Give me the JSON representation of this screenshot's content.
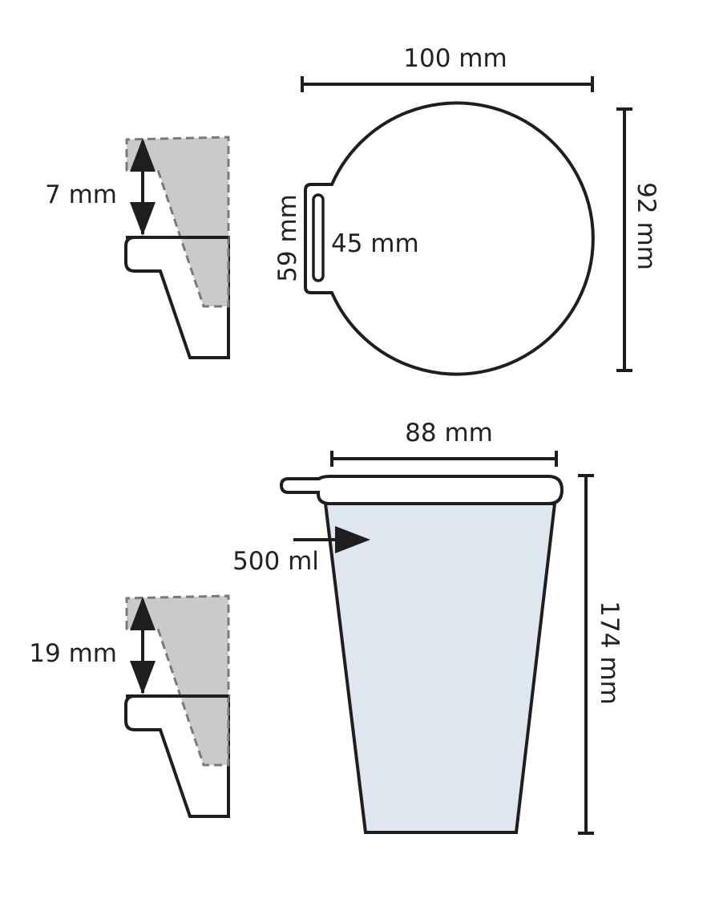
{
  "top_view": {
    "width_label": "100 mm",
    "height_label": "92 mm",
    "tab_length_label": "59 mm",
    "slot_length_label": "45 mm"
  },
  "clip_top": {
    "depth_label": "7 mm"
  },
  "clip_bottom": {
    "depth_label": "19 mm"
  },
  "side_view": {
    "top_width_label": "88 mm",
    "height_label": "174 mm",
    "volume_label": "500 ml"
  },
  "colors": {
    "line": "#1e1e1e",
    "cup_fill": "#dfe6ee",
    "clip_shade": "#c4c4c4",
    "dash": "#7a7a7a"
  }
}
